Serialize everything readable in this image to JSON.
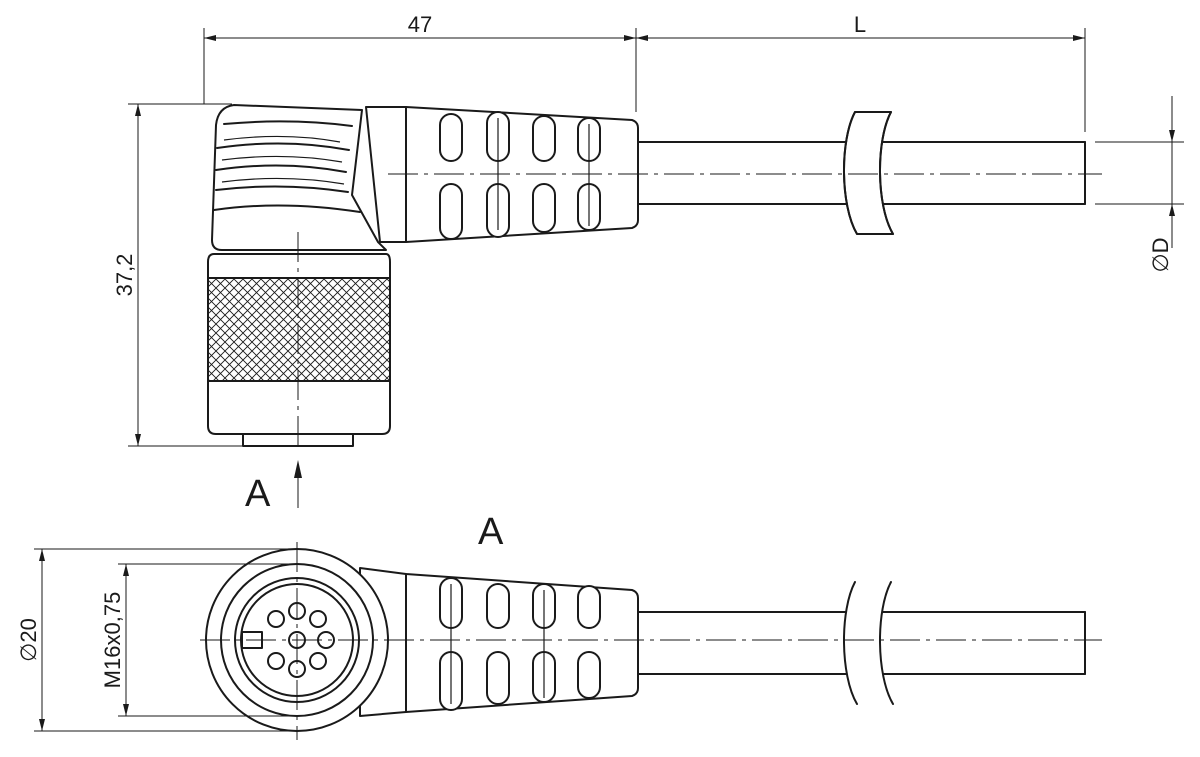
{
  "dimensions": {
    "width_body": "47",
    "cable_length": "L",
    "cable_diameter": "∅D",
    "height": "37,2",
    "outer_diameter": "∅20",
    "thread": "M16x0,75"
  },
  "views": {
    "view_arrow_label": "A",
    "view_title": "A"
  }
}
